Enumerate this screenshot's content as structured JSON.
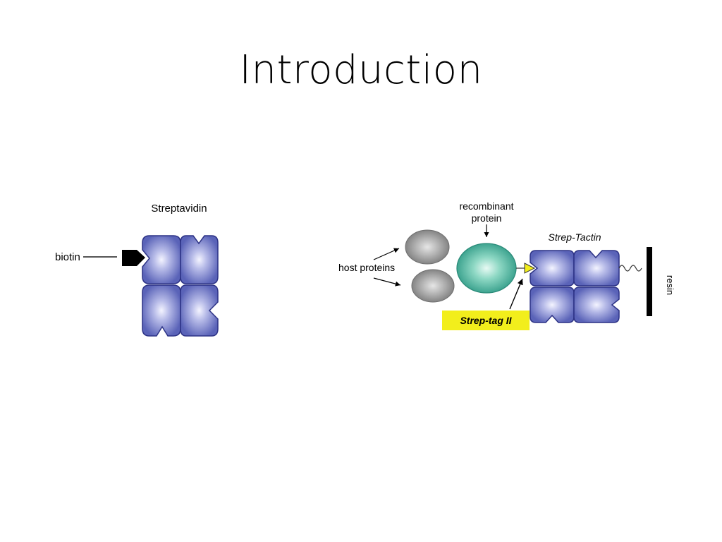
{
  "slide": {
    "title": "Introduction"
  },
  "figure_left": {
    "streptavidin_label": "Streptavidin",
    "biotin_label": "biotin"
  },
  "figure_right": {
    "recombinant_label_line1": "recombinant",
    "recombinant_label_line2": "protein",
    "host_label": "host proteins",
    "streptactin_label": "Strep-Tactin",
    "resin_label": "resin",
    "tag_label": "Strep-tag II"
  },
  "colors": {
    "subunit": "#5a63b8",
    "subunit_edge": "#2c3285",
    "recombinant": "#3ea894",
    "host": "#8f8f8f",
    "tag_box": "#f2ee1c",
    "tag_triangle": "#f2ee1c"
  }
}
